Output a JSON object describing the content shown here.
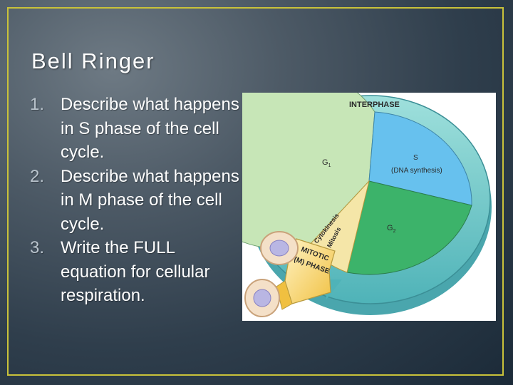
{
  "slide": {
    "title": "Bell Ringer",
    "questions": [
      {
        "number": "1.",
        "text": "Describe what happens in S phase of the cell cycle."
      },
      {
        "number": "2.",
        "text": "Describe what happens in M phase of the cell cycle."
      },
      {
        "number": "3.",
        "text": "Write the FULL equation for cellular respiration."
      }
    ]
  },
  "diagram": {
    "interphase": "INTERPHASE",
    "g1": "G",
    "g1_sub": "1",
    "s": "S",
    "s_detail": "(DNA synthesis)",
    "g2": "G",
    "g2_sub": "2",
    "cytokinesis": "Cytokinesis",
    "mitosis": "Mitosis",
    "mitotic_line1": "MITOTIC",
    "mitotic_line2": "(M) PHASE"
  },
  "colors": {
    "border": "#c9c23a",
    "g1": "#c7e6b7",
    "s": "#67c1ee",
    "g2": "#3cb36a",
    "ring": "#7fd0d0",
    "mitotic": "#f2c94c"
  }
}
